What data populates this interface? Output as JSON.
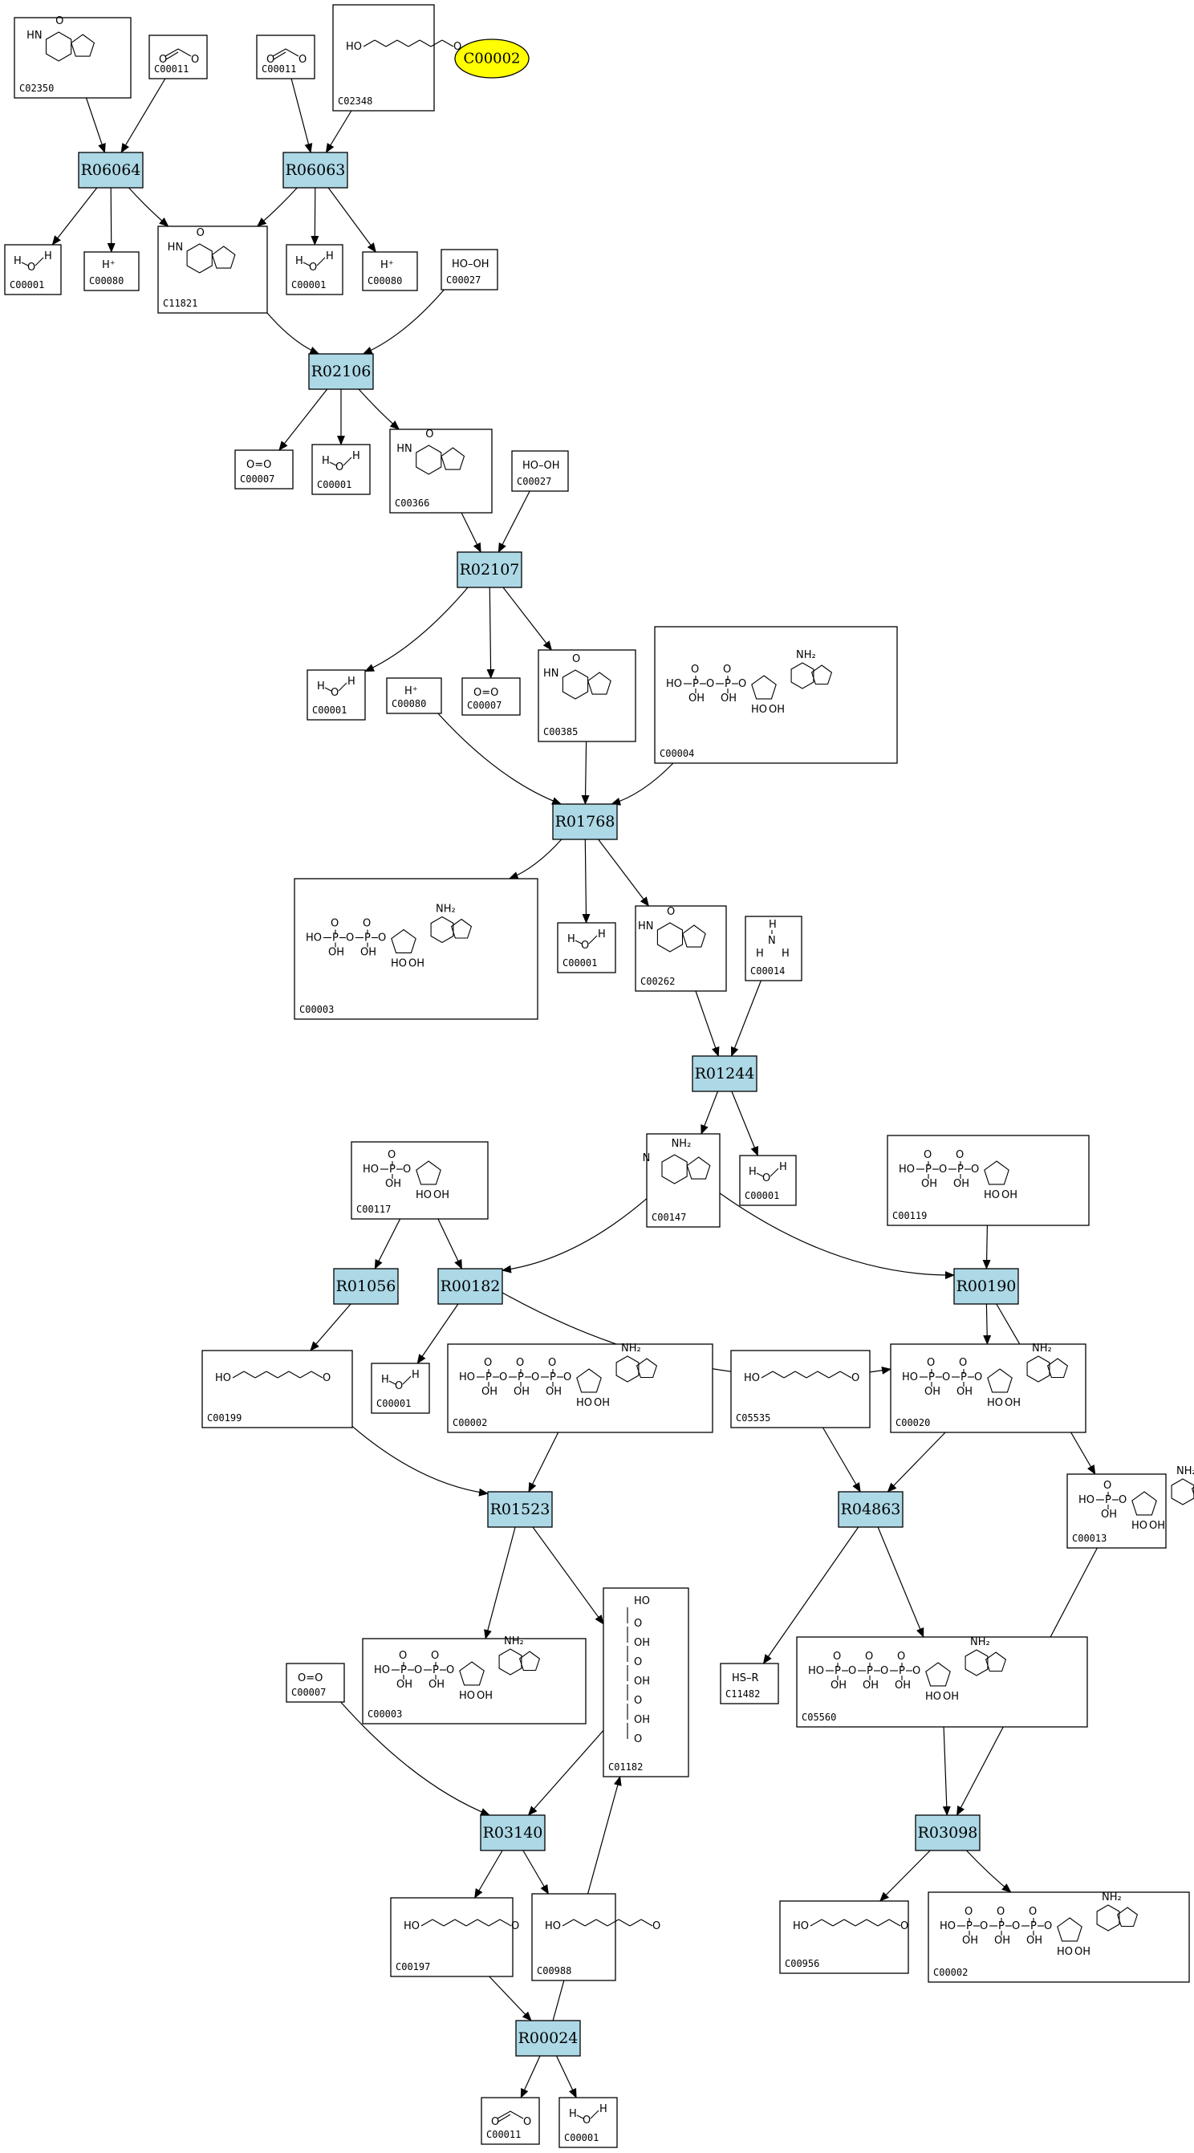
{
  "colors": {
    "reaction_fill": "#add8e6",
    "highlight_fill": "#ffff00",
    "box_stroke": "#000000",
    "edge": "#000000"
  },
  "highlight": {
    "label": "C00002"
  },
  "reactions": [
    {
      "id": "R06064",
      "label": "R06064"
    },
    {
      "id": "R06063",
      "label": "R06063"
    },
    {
      "id": "R02106",
      "label": "R02106"
    },
    {
      "id": "R02107",
      "label": "R02107"
    },
    {
      "id": "R01768",
      "label": "R01768"
    },
    {
      "id": "R01244",
      "label": "R01244"
    },
    {
      "id": "R01056",
      "label": "R01056"
    },
    {
      "id": "R00182",
      "label": "R00182"
    },
    {
      "id": "R00190",
      "label": "R00190"
    },
    {
      "id": "R01523",
      "label": "R01523"
    },
    {
      "id": "R04863",
      "label": "R04863"
    },
    {
      "id": "R03140",
      "label": "R03140"
    },
    {
      "id": "R03098",
      "label": "R03098"
    },
    {
      "id": "R00024",
      "label": "R00024"
    }
  ],
  "compounds": [
    {
      "key": "c02350",
      "label": "C02350",
      "structure": "H2N-CO-NH-imidazolidinetrione"
    },
    {
      "key": "c00011a",
      "label": "C00011",
      "structure": "O=C=O"
    },
    {
      "key": "c00011b",
      "label": "C00011",
      "structure": "O=C=O"
    },
    {
      "key": "c02348",
      "label": "C02348",
      "structure": "ureido"
    },
    {
      "key": "c00001a",
      "label": "C00001",
      "structure": "H-O-H"
    },
    {
      "key": "c00080a",
      "label": "C00080",
      "structure": "H+"
    },
    {
      "key": "c11821",
      "label": "C11821",
      "structure": "purine"
    },
    {
      "key": "c00001b",
      "label": "C00001",
      "structure": "H-O-H"
    },
    {
      "key": "c00080b",
      "label": "C00080",
      "structure": "H+"
    },
    {
      "key": "c00027a",
      "label": "C00027",
      "structure": "HO-OH",
      "formula": "HO–OH"
    },
    {
      "key": "c00007a",
      "label": "C00007",
      "structure": "O=O",
      "formula": "O=O"
    },
    {
      "key": "c00001c",
      "label": "C00001",
      "structure": "H-O-H"
    },
    {
      "key": "c00366",
      "label": "C00366",
      "structure": "purine"
    },
    {
      "key": "c00027b",
      "label": "C00027",
      "structure": "HO-OH",
      "formula": "HO–OH"
    },
    {
      "key": "c00001d",
      "label": "C00001",
      "structure": "H-O-H"
    },
    {
      "key": "c00080c",
      "label": "C00080",
      "structure": "H+"
    },
    {
      "key": "c00007b",
      "label": "C00007",
      "structure": "O=O",
      "formula": "O=O"
    },
    {
      "key": "c00385",
      "label": "C00385",
      "structure": "purine"
    },
    {
      "key": "c00004",
      "label": "C00004",
      "structure": "NADH"
    },
    {
      "key": "c00003a",
      "label": "C00003",
      "structure": "NAD+"
    },
    {
      "key": "c00001e",
      "label": "C00001",
      "structure": "H-O-H"
    },
    {
      "key": "c00262",
      "label": "C00262",
      "structure": "purine"
    },
    {
      "key": "c00014",
      "label": "C00014",
      "structure": "NH3"
    },
    {
      "key": "c00117",
      "label": "C00117",
      "structure": "ribose-5-phosphate"
    },
    {
      "key": "c00147",
      "label": "C00147",
      "structure": "adenine"
    },
    {
      "key": "c00001f",
      "label": "C00001",
      "structure": "H-O-H"
    },
    {
      "key": "c00119",
      "label": "C00119",
      "structure": "PRPP"
    },
    {
      "key": "c00199",
      "label": "C00199",
      "structure": "ribulose-5-phosphate"
    },
    {
      "key": "c00001g",
      "label": "C00001",
      "structure": "H-O-H"
    },
    {
      "key": "c00002a",
      "label": "C00002",
      "structure": "ATP"
    },
    {
      "key": "c05535",
      "label": "C05535",
      "structure": "aminoadipate-S-R"
    },
    {
      "key": "c00020",
      "label": "C00020",
      "structure": "AMP"
    },
    {
      "key": "c00013",
      "label": "C00013",
      "structure": "pyrophosphate"
    },
    {
      "key": "c00003b",
      "label": "C00003",
      "structure": "ADP"
    },
    {
      "key": "c01182",
      "label": "C01182",
      "structure": "ribulose-bisphosphate"
    },
    {
      "key": "c11482",
      "label": "C11482",
      "structure": "HS-R",
      "formula": "HS–R"
    },
    {
      "key": "c05560",
      "label": "C05560",
      "structure": "aminoadipyl-AMP"
    },
    {
      "key": "c00007c",
      "label": "C00007",
      "structure": "O=O",
      "formula": "O=O"
    },
    {
      "key": "c00197",
      "label": "C00197",
      "structure": "glycerate-3-phosphate"
    },
    {
      "key": "c00988",
      "label": "C00988",
      "structure": "phosphoglycolate"
    },
    {
      "key": "c00956",
      "label": "C00956",
      "structure": "aminoadipate"
    },
    {
      "key": "c00002b",
      "label": "C00002",
      "structure": "ATP"
    },
    {
      "key": "c00011c",
      "label": "C00011",
      "structure": "O=C=O"
    },
    {
      "key": "c00001h",
      "label": "C00001",
      "structure": "H-O-H"
    }
  ],
  "edges": [
    [
      "c02350",
      "R06064"
    ],
    [
      "c00011a",
      "R06064"
    ],
    [
      "R06064",
      "c00001a"
    ],
    [
      "R06064",
      "c00080a"
    ],
    [
      "R06064",
      "c11821"
    ],
    [
      "c00011b",
      "R06063"
    ],
    [
      "c02348",
      "R06063"
    ],
    [
      "R06063",
      "c11821"
    ],
    [
      "R06063",
      "c00001b"
    ],
    [
      "R06063",
      "c00080b"
    ],
    [
      "c11821",
      "R02106"
    ],
    [
      "c00027a",
      "R02106"
    ],
    [
      "R02106",
      "c00007a"
    ],
    [
      "R02106",
      "c00001c"
    ],
    [
      "R02106",
      "c00366"
    ],
    [
      "c00366",
      "R02107"
    ],
    [
      "c00027b",
      "R02107"
    ],
    [
      "R02107",
      "c00001d"
    ],
    [
      "R02107",
      "c00007b"
    ],
    [
      "R02107",
      "c00385"
    ],
    [
      "c00080c",
      "R01768"
    ],
    [
      "c00385",
      "R01768"
    ],
    [
      "c00004",
      "R01768"
    ],
    [
      "R01768",
      "c00003a"
    ],
    [
      "R01768",
      "c00001e"
    ],
    [
      "R01768",
      "c00262"
    ],
    [
      "c00262",
      "R01244"
    ],
    [
      "c00014",
      "R01244"
    ],
    [
      "R01244",
      "c00147"
    ],
    [
      "R01244",
      "c00001f"
    ],
    [
      "c00117",
      "R01056"
    ],
    [
      "c00117",
      "R00182"
    ],
    [
      "c00147",
      "R00182"
    ],
    [
      "c00147",
      "R00190"
    ],
    [
      "c00119",
      "R00190"
    ],
    [
      "R01056",
      "c00199"
    ],
    [
      "R00182",
      "c00001g"
    ],
    [
      "R00182",
      "c00020"
    ],
    [
      "R00190",
      "c00020"
    ],
    [
      "R00190",
      "c00013"
    ],
    [
      "c00199",
      "R01523"
    ],
    [
      "c00002a",
      "R01523"
    ],
    [
      "c05535",
      "R04863"
    ],
    [
      "c00020",
      "R04863"
    ],
    [
      "R01523",
      "c00003b"
    ],
    [
      "R01523",
      "c01182"
    ],
    [
      "R04863",
      "c11482"
    ],
    [
      "R04863",
      "c05560"
    ],
    [
      "c00007c",
      "R03140"
    ],
    [
      "c01182",
      "R03140"
    ],
    [
      "c05560",
      "R03098"
    ],
    [
      "c00013",
      "R03098"
    ],
    [
      "R03140",
      "c00197"
    ],
    [
      "R03140",
      "c00988"
    ],
    [
      "R03098",
      "c00956"
    ],
    [
      "R03098",
      "c00002b"
    ],
    [
      "c00197",
      "R00024"
    ],
    [
      "R00024",
      "c01182"
    ],
    [
      "R00024",
      "c00011c"
    ],
    [
      "R00024",
      "c00001h"
    ]
  ]
}
